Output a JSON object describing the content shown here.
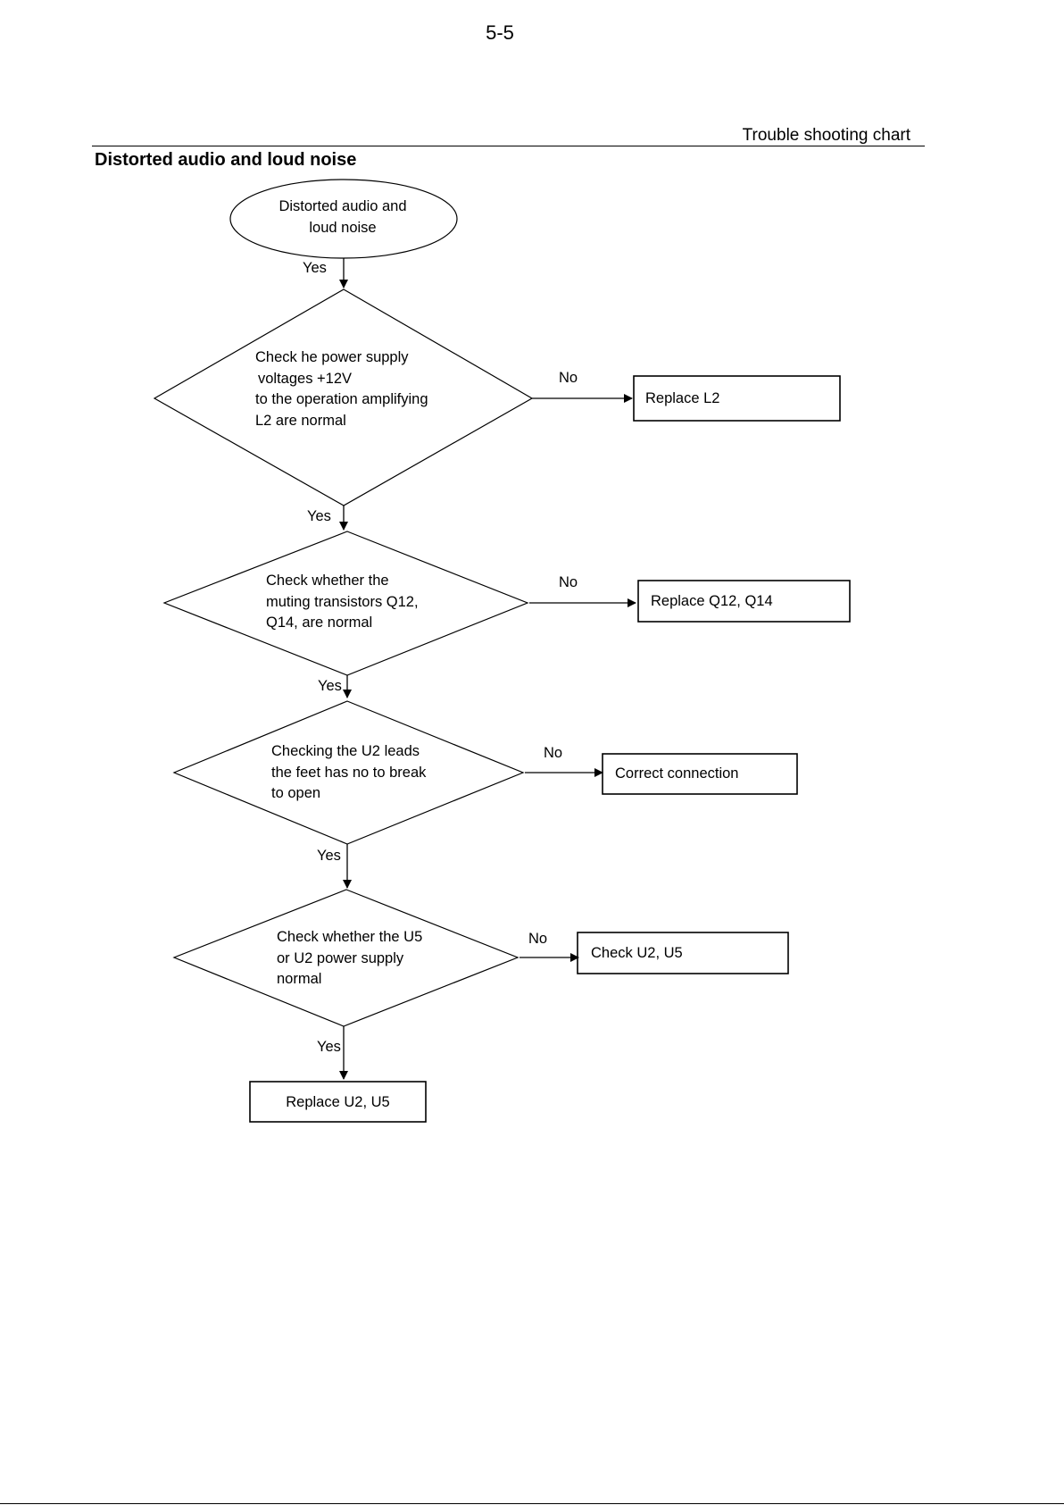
{
  "header": {
    "page_number": "5-5",
    "section": "Trouble shooting chart",
    "title": "Distorted audio and loud noise"
  },
  "flowchart": {
    "start": {
      "label": "Distorted audio and loud noise"
    },
    "decisions": [
      {
        "lines": [
          "Check he power supply",
          "voltages +12V",
          "to the operation amplifying",
          "L2 are normal"
        ],
        "no_action": "Replace L2"
      },
      {
        "lines": [
          "Check whether the",
          "muting transistors Q12,",
          "Q14, are normal"
        ],
        "no_action": "Replace Q12, Q14"
      },
      {
        "lines": [
          "Checking the U2 leads",
          "the feet has no to break",
          "to open"
        ],
        "no_action": "Correct connection"
      },
      {
        "lines": [
          "Check whether the U5",
          "or U2 power supply",
          "normal"
        ],
        "no_action": "Check U2, U5"
      }
    ],
    "end": {
      "label": "Replace U2, U5"
    },
    "yes_label": "Yes",
    "no_label": "No"
  }
}
